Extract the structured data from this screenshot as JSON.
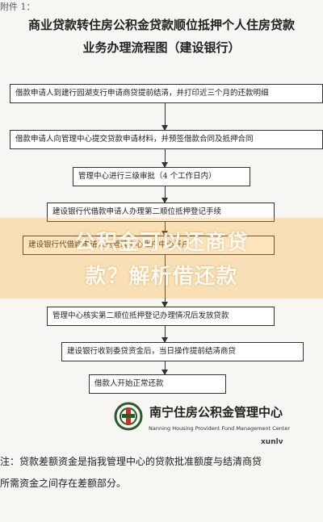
{
  "header": {
    "attachment_label": "附件 1：",
    "title_line1": "商业贷款转住房公积金贷款顺位抵押个人住房贷款",
    "title_line2": "业务办理流程图（建设银行）"
  },
  "flow": {
    "steps": [
      "借款申请人到建行园湖支行申请商贷提前结清，并打印近三个月的还款明细",
      "借款申请人向管理中心提交贷款申请材料，并预签借款合同及抵押合同",
      "管理中心进行三级审批（4 个工作日内）",
      "建设银行代借款申请人办理第二顺位抵押登记手续",
      "建设银行代借款申请人到管理中心账户中心开户",
      "管理中心核实第二顺位抵押登记办理情况后发放贷款",
      "建设银行收到委贷资金后，当日操作提前结清商贷",
      "借款人开始正常还款"
    ]
  },
  "overlay": {
    "line1": "公积金可以还商贷",
    "line2": "款？解析借还款"
  },
  "org": {
    "name_cn": "南宁住房公积金管理中心",
    "name_en": "Nanning Housing Provident Fund Management Center",
    "watermark": "xunlv"
  },
  "note": {
    "line1": "注：贷款差额资金是指我管理中心的贷款批准额度与结清商贷",
    "line2": "所需资金之间存在差额部分。"
  },
  "colors": {
    "banner": "#ffaa28",
    "logo_ring": "#2a5a2a",
    "logo_accent": "#c8302a"
  }
}
